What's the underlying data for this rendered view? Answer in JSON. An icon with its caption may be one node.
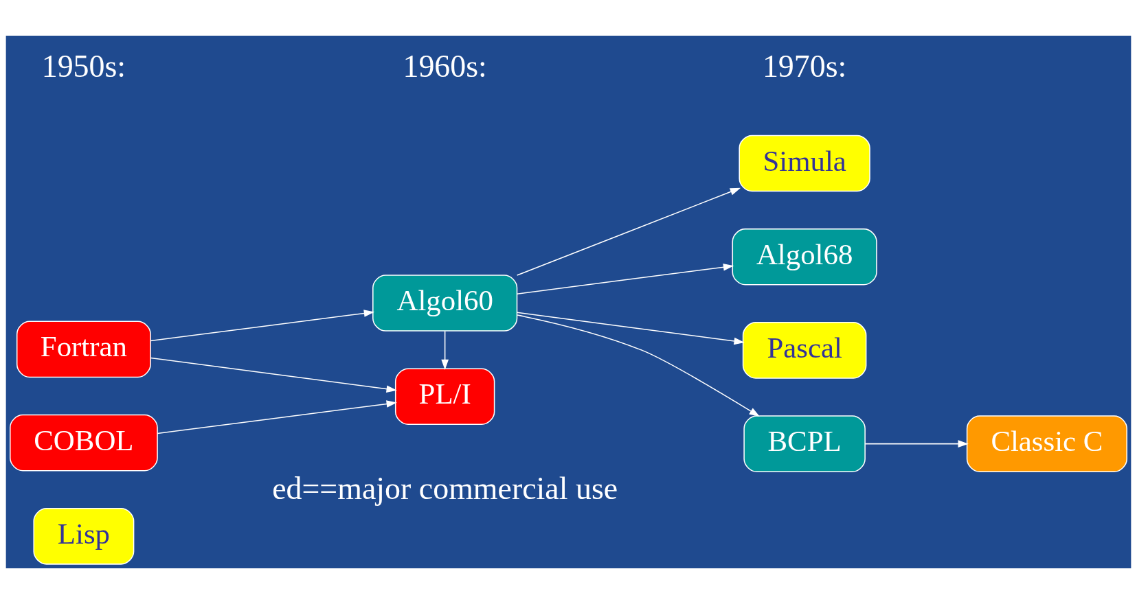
{
  "diagram": {
    "nodes": [
      {
        "text": [
          "Lisp"
        ]
      },
      {
        "text": [
          "Fortran"
        ]
      },
      {
        "text": [
          "COBOL"
        ]
      },
      {
        "text": [
          "Algol60"
        ]
      },
      {
        "text": [
          "PL/I"
        ]
      },
      {
        "text": [
          "Simula"
        ]
      },
      {
        "text": [
          "Algol68"
        ]
      },
      {
        "text": [
          "Pascal"
        ]
      },
      {
        "text": [
          "BCPL"
        ]
      },
      {
        "text": [
          "Classic C"
        ]
      }
    ],
    "edges": [
      {
        "from": 1,
        "to": 3,
        "arrow": "to"
      },
      {
        "from": 1,
        "to": 4,
        "arrow": "to"
      },
      {
        "from": 2,
        "to": 4,
        "arrow": "to"
      },
      {
        "from": 3,
        "to": 5,
        "arrow": "to"
      },
      {
        "from": 3,
        "to": 6,
        "arrow": "to"
      },
      {
        "from": 3,
        "to": 7,
        "arrow": "to"
      },
      {
        "from": 3,
        "to": 8,
        "arrow": "to"
      },
      {
        "from": 3,
        "to": 4,
        "arrow": "to"
      },
      {
        "from": 8,
        "to": 9,
        "arrow": "to"
      }
    ],
    "labels": [
      "1950s:",
      "1960s:",
      "1970s:",
      "ed==major commercial use"
    ]
  }
}
